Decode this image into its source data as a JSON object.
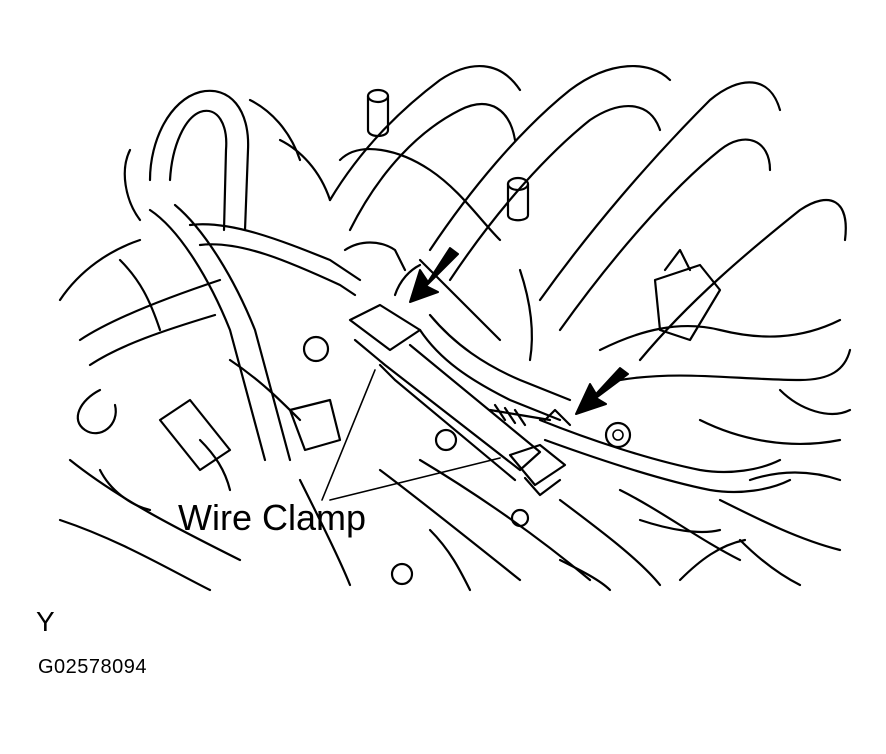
{
  "diagram": {
    "callouts": [
      {
        "id": "wire-clamp",
        "label": "Wire Clamp"
      }
    ],
    "view_letter": "Y",
    "figure_code": "G02578094"
  }
}
